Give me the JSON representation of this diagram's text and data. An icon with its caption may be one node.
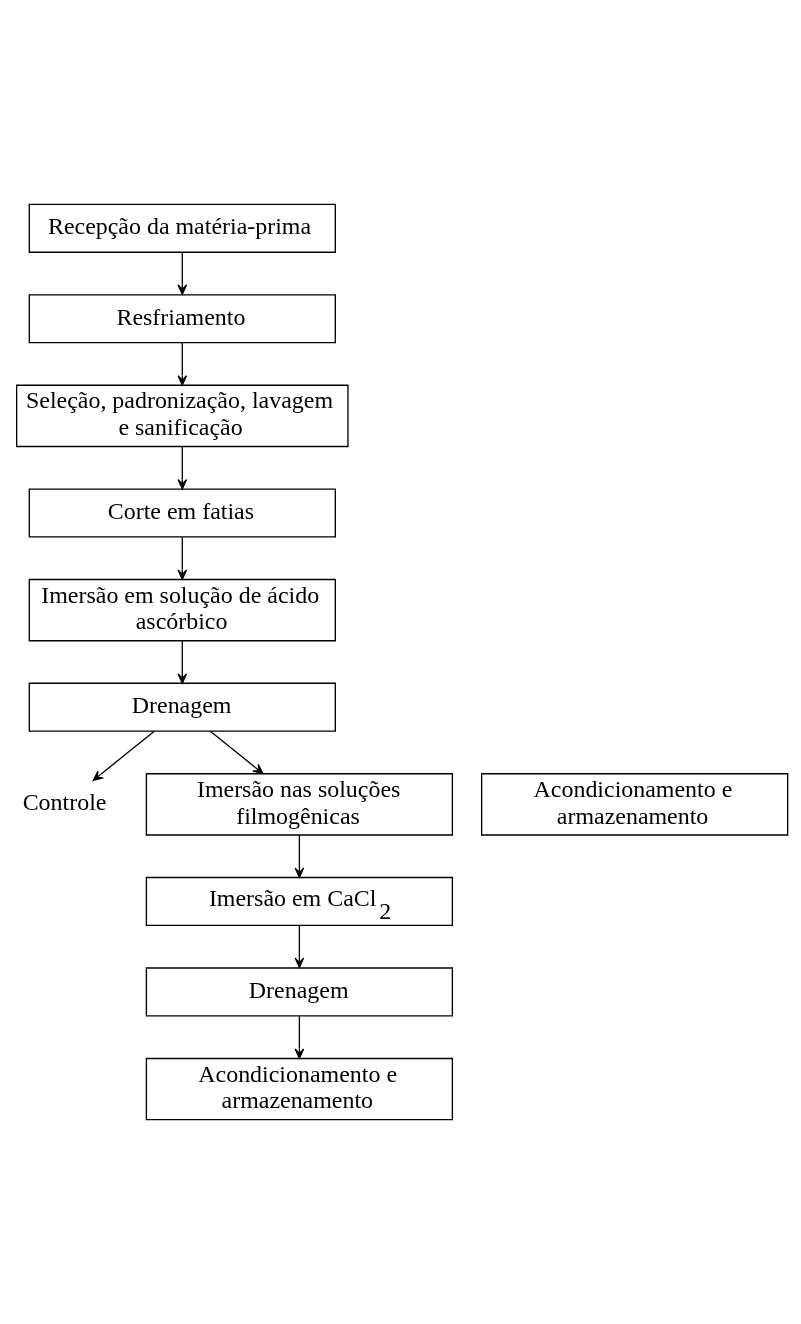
{
  "diagram": {
    "nodes": [
      {
        "text": [
          "Recepção da matéria-prima"
        ]
      },
      {
        "text": [
          "Resfriamento"
        ]
      },
      {
        "text": [
          "Seleção, padronização, lavagem e sanificação"
        ]
      },
      {
        "text": [
          "Corte em fatias"
        ]
      },
      {
        "text": [
          "Imersão em solução de ácido ascórbico"
        ]
      },
      {
        "text": [
          "Drenagem"
        ]
      },
      {
        "text": [
          "Controle"
        ]
      },
      {
        "text": [
          "Acondicionamento e armazenamento"
        ]
      },
      {
        "text": [
          "Imersão nas soluções filmogênicas"
        ]
      },
      {
        "text": [
          "Imersão em CaCl$_{2}$"
        ]
      },
      {
        "text": [
          "Drenagem"
        ]
      },
      {
        "text": [
          "Acondicionamento e armazenamento"
        ]
      }
    ],
    "edges": [
      {
        "from": 0,
        "to": 1,
        "arrow": "to"
      },
      {
        "from": 1,
        "to": 2,
        "arrow": "to"
      },
      {
        "from": 2,
        "to": 3,
        "arrow": "to"
      },
      {
        "from": 3,
        "to": 4,
        "arrow": "to"
      },
      {
        "from": 4,
        "to": 5,
        "arrow": "to"
      },
      {
        "from": 5,
        "to": 8,
        "arrow": "to"
      },
      {
        "from": 5,
        "to": 6,
        "arrow": "to"
      },
      {
        "from": 8,
        "to": 9,
        "arrow": "to"
      },
      {
        "from": 9,
        "to": 10,
        "arrow": "to"
      },
      {
        "from": 10,
        "to": 11,
        "arrow": "to"
      }
    ]
  }
}
